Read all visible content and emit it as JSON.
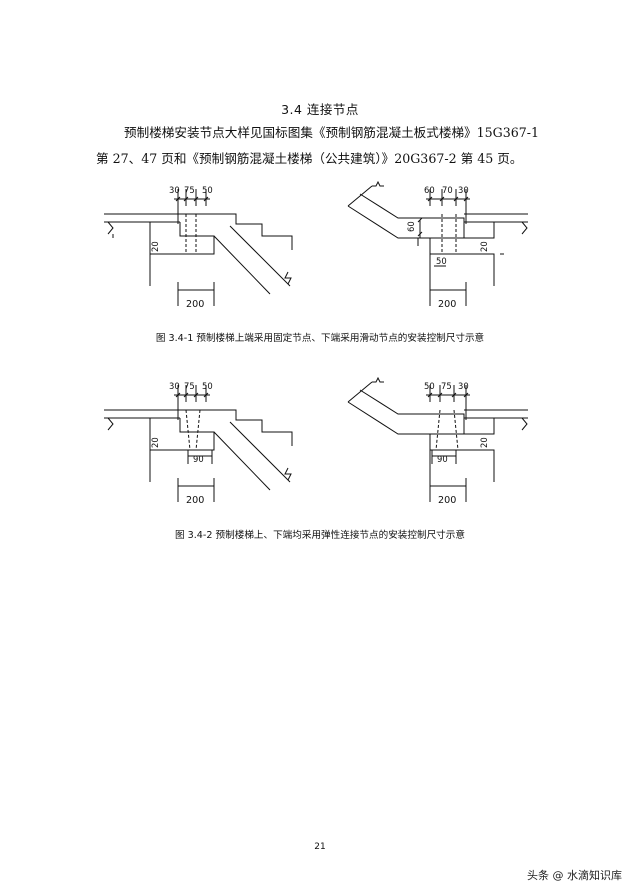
{
  "section": {
    "title": "3.4  连接节点"
  },
  "paragraph": {
    "line1": "预制楼梯安装节点大样见国标图集《预制钢筋混凝土板式楼梯》15G367-1",
    "line2": "第 27、47 页和《预制钢筋混凝土楼梯（公共建筑）》20G367-2 第 45 页。"
  },
  "figure1": {
    "left": {
      "top_dims": [
        "30",
        "75",
        "50"
      ],
      "side_dim": "20",
      "bottom_dim": "200"
    },
    "right": {
      "top_dims": [
        "60",
        "70",
        "30"
      ],
      "gap_dim": "60",
      "inner_dim": "50",
      "side_dim": "20",
      "bottom_dim": "200"
    },
    "caption": "图 3.4-1  预制楼梯上端采用固定节点、下端采用滑动节点的安装控制尺寸示意"
  },
  "figure2": {
    "left": {
      "top_dims": [
        "30",
        "75",
        "50"
      ],
      "inner_dim": "90",
      "side_dim": "20",
      "bottom_dim": "200"
    },
    "right": {
      "top_dims": [
        "50",
        "75",
        "30"
      ],
      "inner_dim": "90",
      "side_dim": "20",
      "bottom_dim": "200"
    },
    "caption": "图 3.4-2  预制楼梯上、下端均采用弹性连接节点的安装控制尺寸示意"
  },
  "footer": {
    "page_number": "21",
    "watermark": "头条 @ 水滴知识库"
  }
}
